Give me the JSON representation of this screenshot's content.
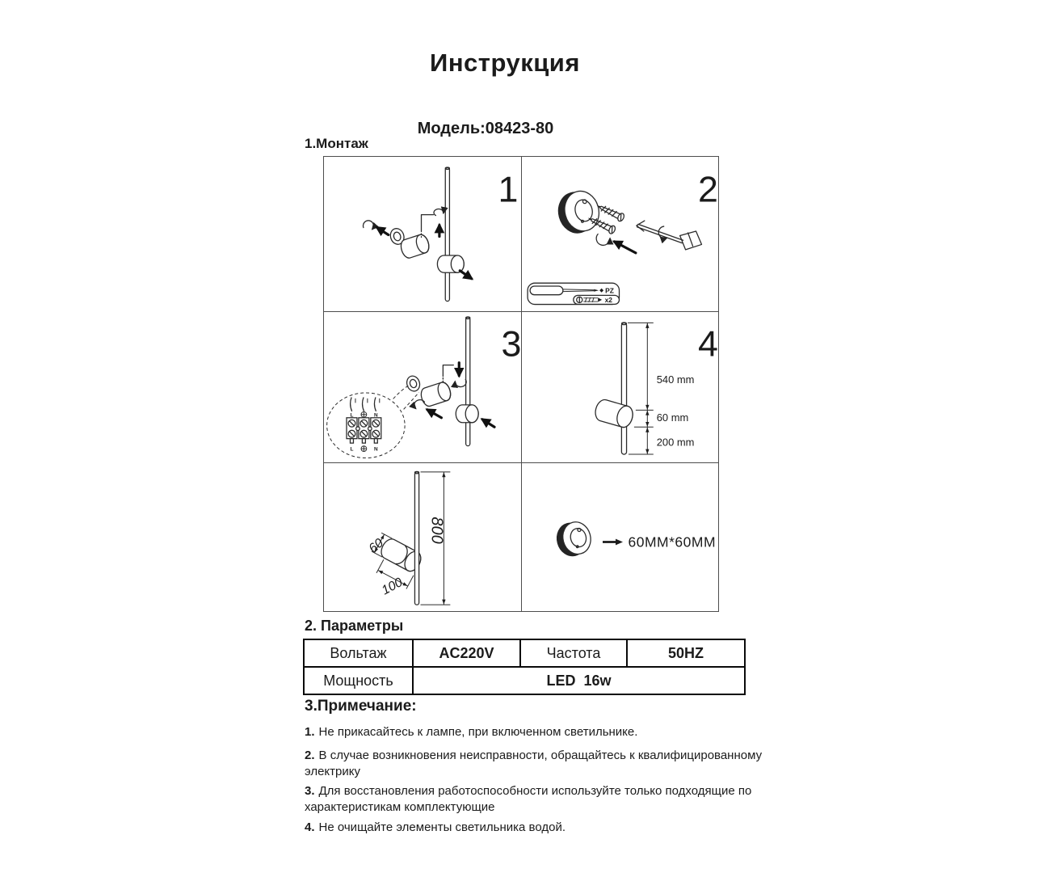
{
  "header": {
    "title": "Инструкция",
    "model": "Модель:08423-80"
  },
  "sections": {
    "montage": "1.Монтаж",
    "parameters": "2. Параметры",
    "notes": "3.Примечание:"
  },
  "montage": {
    "panel1": {
      "number": "1"
    },
    "panel2": {
      "number": "2",
      "pz_label": "PZ",
      "x2_label": "x2"
    },
    "panel3": {
      "number": "3",
      "wire_l_top": "L",
      "wire_n_top": "N",
      "wire_l_bottom": "L",
      "wire_n_bottom": "N"
    },
    "panel4": {
      "number": "4",
      "dim_top": "540 mm",
      "dim_mid": "60 mm",
      "dim_bottom": "200 mm"
    },
    "panel5": {
      "dim_height": "800",
      "dim_diameter": "60",
      "dim_length": "100"
    },
    "panel6": {
      "plate_size": "60MM*60MM"
    }
  },
  "parameters_table": {
    "voltage_label": "Вольтаж",
    "voltage_value": "AC220V",
    "frequency_label": "Частота",
    "frequency_value": "50HZ",
    "power_label": "Мощность",
    "power_value": "LED  16w"
  },
  "notes": [
    {
      "num": "1.",
      "text": "Не прикасайтесь к лампе, при включенном светильнике."
    },
    {
      "num": "2.",
      "text": "В случае возникновения неисправности, обращайтесь к квалифицированному электрику"
    },
    {
      "num": "3.",
      "text": "Для восстановления работоспособности используйте только подходящие по характеристикам комплектующие"
    },
    {
      "num": "4.",
      "text": "Не очищайте элементы светильника водой."
    }
  ]
}
